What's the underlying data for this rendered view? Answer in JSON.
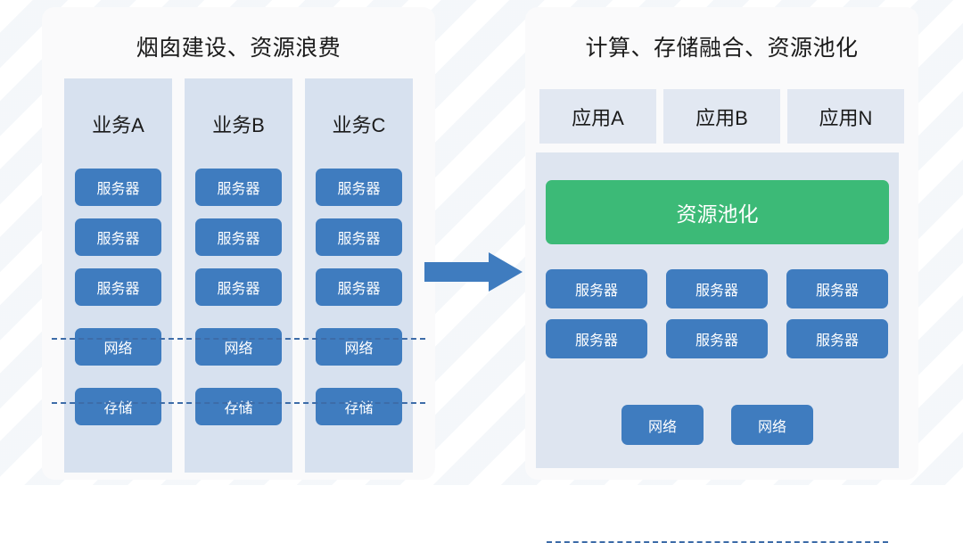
{
  "diagram": {
    "left_panel": {
      "title": "烟囱建设、资源浪费",
      "columns": [
        {
          "header": "业务A",
          "servers": [
            "服务器",
            "服务器",
            "服务器"
          ],
          "network": "网络",
          "storage": "存储"
        },
        {
          "header": "业务B",
          "servers": [
            "服务器",
            "服务器",
            "服务器"
          ],
          "network": "网络",
          "storage": "存储"
        },
        {
          "header": "业务C",
          "servers": [
            "服务器",
            "服务器",
            "服务器"
          ],
          "network": "网络",
          "storage": "存储"
        }
      ]
    },
    "arrow": {
      "icon": "right-arrow-icon",
      "color": "#3f7cbf"
    },
    "right_panel": {
      "title": "计算、存储融合、资源池化",
      "apps": [
        "应用A",
        "应用B",
        "应用N"
      ],
      "pool_label": "资源池化",
      "pool_color": "#3cba77",
      "servers": [
        "服务器",
        "服务器",
        "服务器",
        "服务器",
        "服务器",
        "服务器"
      ],
      "networks": [
        "网络",
        "网络"
      ]
    }
  },
  "colors": {
    "box_blue": "#3f7cbf",
    "column_bg": "#d7e1ef",
    "panel_bg": "#fafafb",
    "app_bg": "#e2e8f2",
    "pool_bg": "#dee5f0",
    "dash_blue": "#3d6ca8",
    "green": "#3cba77",
    "text_dark": "#1b1b1b"
  }
}
